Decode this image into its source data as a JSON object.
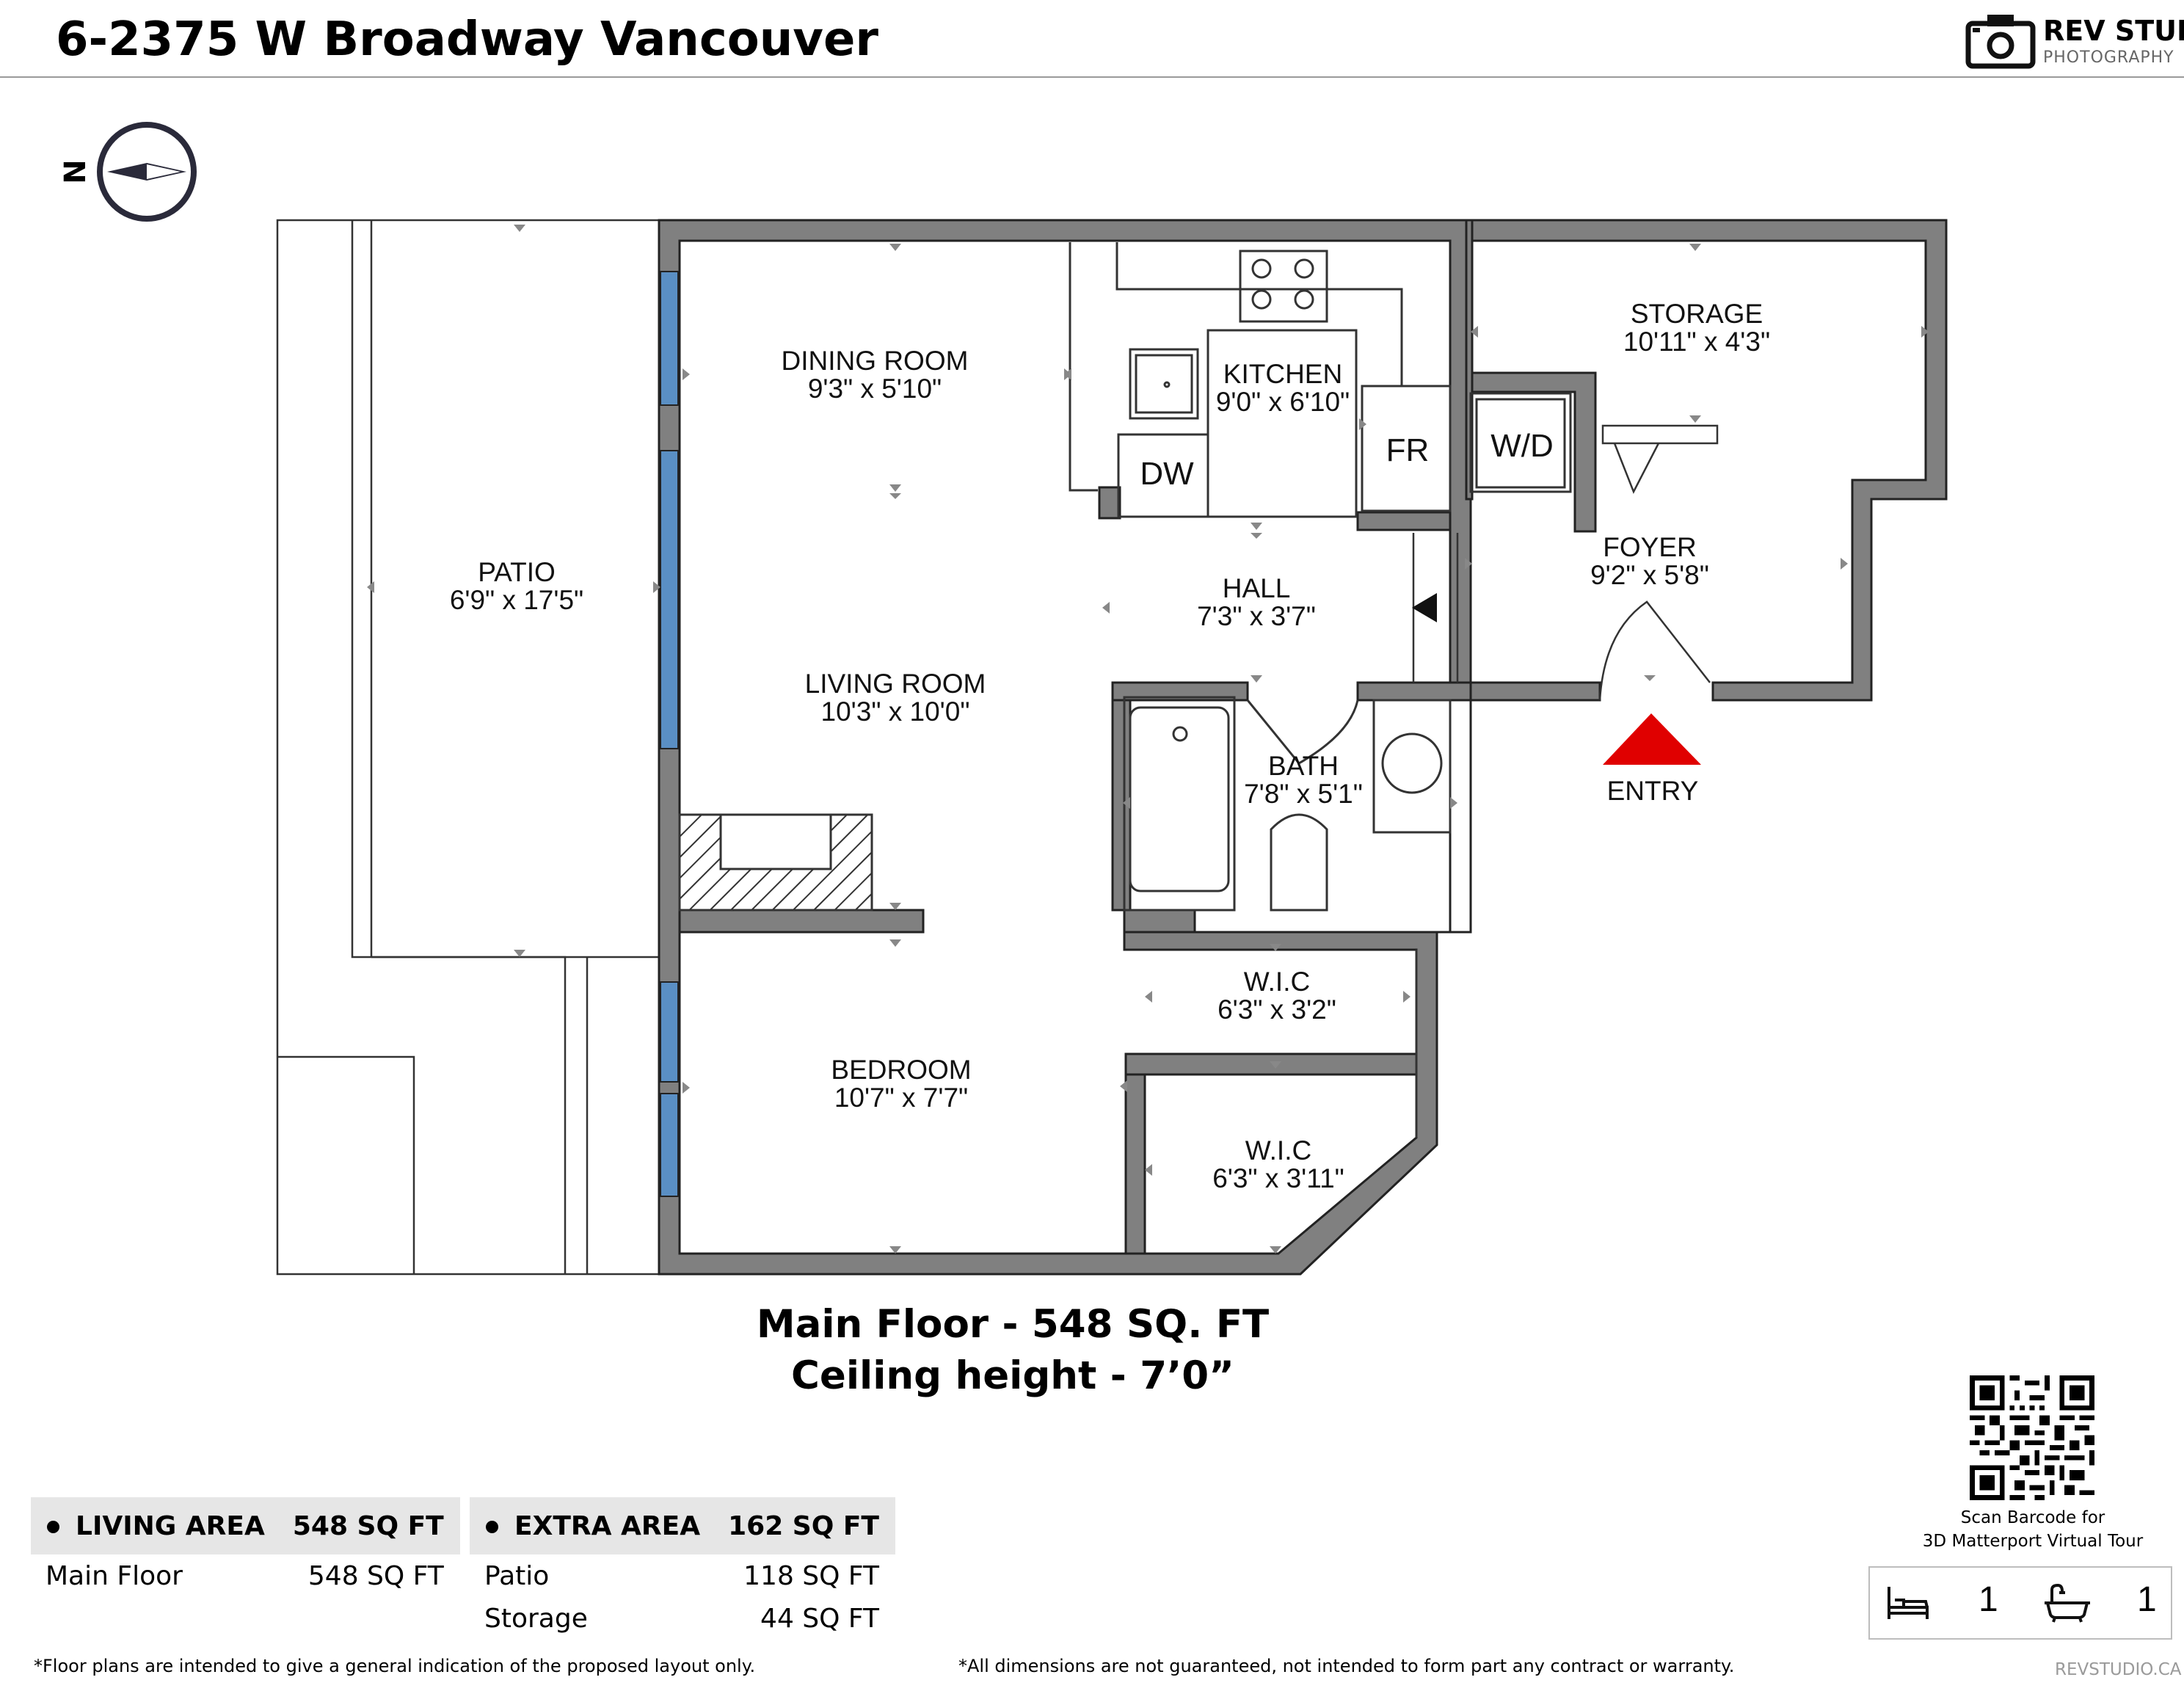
{
  "header": {
    "title": "6-2375 W Broadway Vancouver",
    "logo_name": "REV STUDIO",
    "logo_sub": "PHOTOGRAPHY"
  },
  "compass": {
    "label": "N"
  },
  "rooms": {
    "patio": {
      "name": "PATIO",
      "dims": "6'9\" x 17'5\""
    },
    "dining": {
      "name": "DINING ROOM",
      "dims": "9'3\" x 5'10\""
    },
    "kitchen": {
      "name": "KITCHEN",
      "dims": "9'0\" x 6'10\""
    },
    "storage": {
      "name": "STORAGE",
      "dims": "10'11\" x 4'3\""
    },
    "foyer": {
      "name": "FOYER",
      "dims": "9'2\" x 5'8\""
    },
    "hall": {
      "name": "HALL",
      "dims": "7'3\" x 3'7\""
    },
    "living": {
      "name": "LIVING ROOM",
      "dims": "10'3\" x 10'0\""
    },
    "bath": {
      "name": "BATH",
      "dims": "7'8\" x 5'1\""
    },
    "wic1": {
      "name": "W.I.C",
      "dims": "6'3\" x 3'2\""
    },
    "bedroom": {
      "name": "BEDROOM",
      "dims": "10'7\" x 7'7\""
    },
    "wic2": {
      "name": "W.I.C",
      "dims": "6'3\" x 3'11\""
    }
  },
  "fixtures": {
    "dw": "DW",
    "fr": "FR",
    "wd": "W/D"
  },
  "entry": {
    "label": "ENTRY"
  },
  "floor_caption": {
    "line1": "Main Floor - 548 SQ. FT",
    "line2": "Ceiling height - 7’0”"
  },
  "living_area": {
    "header": "LIVING AREA",
    "total": "548 SQ FT",
    "rows": [
      {
        "label": "Main Floor",
        "value": "548 SQ FT"
      }
    ]
  },
  "extra_area": {
    "header": "EXTRA AREA",
    "total": "162 SQ FT",
    "rows": [
      {
        "label": "Patio",
        "value": "118 SQ FT"
      },
      {
        "label": "Storage",
        "value": "44 SQ FT"
      }
    ]
  },
  "qr": {
    "caption_line1": "Scan Barcode for",
    "caption_line2": "3D Matterport Virtual Tour"
  },
  "counts": {
    "bedrooms": "1",
    "bathrooms": "1"
  },
  "footer": {
    "disclaimer_left": "*Floor plans are intended to give a general indication of the proposed layout only.",
    "disclaimer_right": "*All dimensions are not guaranteed, not intended to form part any contract or warranty.",
    "website": "REVSTUDIO.CA"
  },
  "colors": {
    "wall": "#808080",
    "window": "#5a8fc4",
    "entry_marker": "#e00000",
    "table_header_bg": "#e6e6e6"
  }
}
